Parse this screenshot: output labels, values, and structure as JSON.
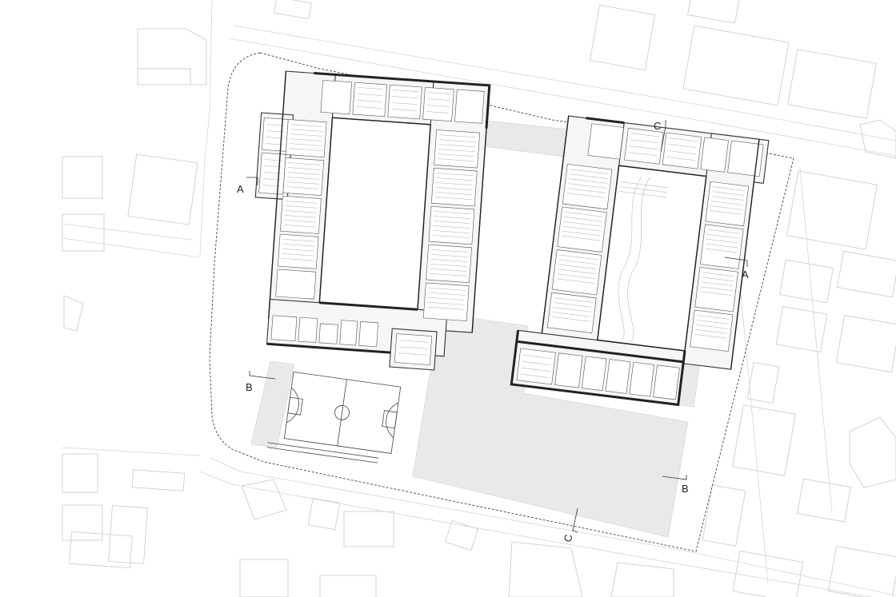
{
  "section_markers": {
    "a_left": "A",
    "a_right": "A",
    "b_left": "B",
    "b_right": "B",
    "c_top": "C",
    "c_bottom": "C"
  },
  "colors": {
    "background": "#ffffff",
    "context_lines": "#c9c9c9",
    "paved_area": "#e9e9e9",
    "walls": "#222222"
  }
}
